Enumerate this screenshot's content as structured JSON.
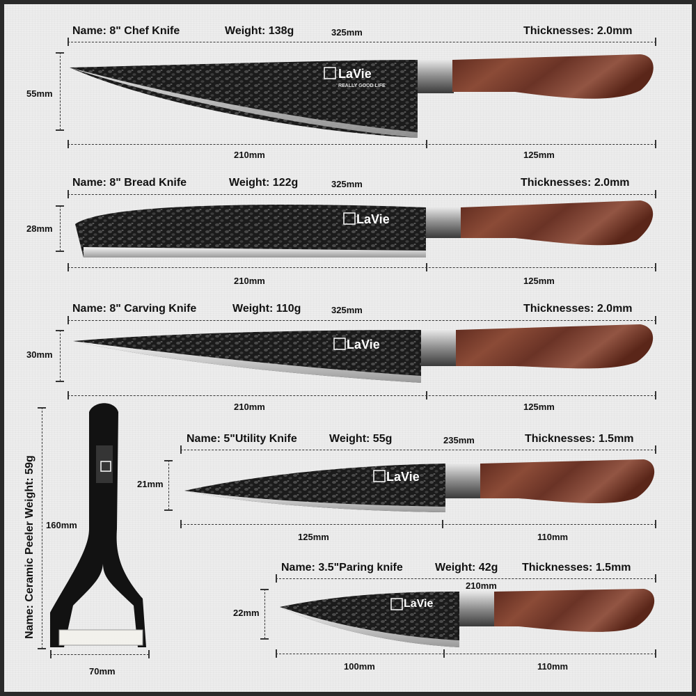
{
  "brand": {
    "logo_text": "LaVie",
    "tagline": "REALLY GOOD LIFE"
  },
  "knives": [
    {
      "name": "Name: 8\" Chef Knife",
      "weight": "Weight: 138g",
      "total": "325mm",
      "thickness": "Thicknesses: 2.0mm",
      "height": "55mm",
      "blade": "210mm",
      "handle": "125mm"
    },
    {
      "name": "Name: 8\" Bread Knife",
      "weight": "Weight: 122g",
      "total": "325mm",
      "thickness": "Thicknesses: 2.0mm",
      "height": "28mm",
      "blade": "210mm",
      "handle": "125mm"
    },
    {
      "name": "Name: 8\" Carving Knife",
      "weight": "Weight: 110g",
      "total": "325mm",
      "thickness": "Thicknesses: 2.0mm",
      "height": "30mm",
      "blade": "210mm",
      "handle": "125mm"
    },
    {
      "name": "Name: 5\"Utility Knife",
      "weight": "Weight: 55g",
      "total": "235mm",
      "thickness": "Thicknesses: 1.5mm",
      "height": "21mm",
      "blade": "125mm",
      "handle": "110mm"
    },
    {
      "name": "Name: 3.5\"Paring knife",
      "weight": "Weight: 42g",
      "total": "210mm",
      "thickness": "Thicknesses: 1.5mm",
      "height": "22mm",
      "blade": "100mm",
      "handle": "110mm"
    }
  ],
  "peeler": {
    "label": "Name: Ceramic Peeler  Weight: 59g",
    "height": "160mm",
    "width": "70mm"
  },
  "colors": {
    "blade": "#1c1c1c",
    "edge": "#c9c9c9",
    "handle": "#7a3a2a",
    "bolster": "#8a8a8a",
    "background": "#ededed"
  }
}
